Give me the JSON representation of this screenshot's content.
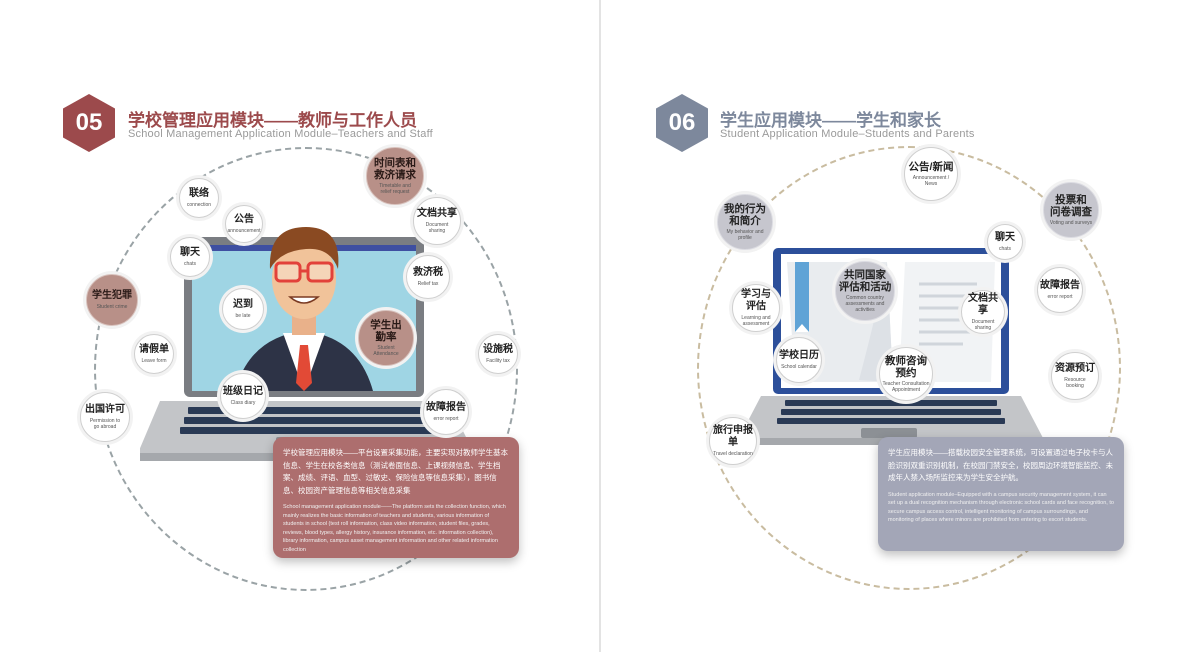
{
  "colors": {
    "left_accent": "#9c4a4c",
    "right_accent": "#7d889c"
  },
  "left": {
    "badge": "05",
    "title_cn": "学校管理应用模块——教师与工作人员",
    "title_en": "School Management Application Module–Teachers and Staff",
    "nodes": [
      {
        "cn": "时间表和\n救济请求",
        "en": "Timetable and\nrelief request"
      },
      {
        "cn": "联络",
        "en": "connection"
      },
      {
        "cn": "文档共享",
        "en": "Document\nsharing"
      },
      {
        "cn": "公告",
        "en": "announcement"
      },
      {
        "cn": "聊天",
        "en": "chats"
      },
      {
        "cn": "救济税",
        "en": "Relief tax"
      },
      {
        "cn": "学生犯罪",
        "en": "Student crime"
      },
      {
        "cn": "迟到",
        "en": "be late"
      },
      {
        "cn": "学生出\n勤率",
        "en": "Student\nAttendance"
      },
      {
        "cn": "设施税",
        "en": "Facility tax"
      },
      {
        "cn": "请假单",
        "en": "Leave form"
      },
      {
        "cn": "班级日记",
        "en": "Class diary"
      },
      {
        "cn": "故障报告",
        "en": "error report"
      },
      {
        "cn": "出国许可",
        "en": "Permission to\ngo abroad"
      }
    ],
    "info_cn": "学校管理应用模块——平台设置采集功能，主要实现对教师学生基本信息、学生在校各类信息（测试卷面信息、上课视频信息、学生档案、成绩、评语、血型、过敏史、保险信息等信息采集），图书信息、校园资产管理信息等相关信息采集",
    "info_en": "School management application module——The platform sets the collection function, which mainly realizes the basic information of teachers and students, various information of students in school (test roll information, class video information, student files, grades, reviews, blood types, allergy history, insurance information, etc. information collection), library information, campus asset management information and other related information collection"
  },
  "right": {
    "badge": "06",
    "title_cn": "学生应用模块——学生和家长",
    "title_en": "Student Application Module–Students and Parents",
    "nodes": [
      {
        "cn": "公告/新闻",
        "en": "Announcement /\nNews"
      },
      {
        "cn": "我的行为\n和简介",
        "en": "My behavior and\nprofile"
      },
      {
        "cn": "投票和\n问卷调查",
        "en": "Voting and surveys"
      },
      {
        "cn": "聊天",
        "en": "chats"
      },
      {
        "cn": "共同国家\n评估和活动",
        "en": "Common country\nassessments and\nactivities"
      },
      {
        "cn": "学习与\n评估",
        "en": "Learning and\nassessment"
      },
      {
        "cn": "故障报告",
        "en": "error report"
      },
      {
        "cn": "文档共享",
        "en": "Document\nsharing"
      },
      {
        "cn": "学校日历",
        "en": "School calendar"
      },
      {
        "cn": "教师咨询\n预约",
        "en": "Teacher Consultation\nAppointment"
      },
      {
        "cn": "资源预订",
        "en": "Resource\nbooking"
      },
      {
        "cn": "旅行申报单",
        "en": "Travel declaration"
      }
    ],
    "info_cn": "学生应用模块——搭载校园安全管理系统，可设置通过电子校卡与人脸识别双重识别机制，在校园门禁安全，校园周边环境智能监控、未成年人禁入场所监控来为学生安全护航。",
    "info_en": "Student application module–Equipped with a campus security management system, it can set up a dual recognition mechanism through electronic school cards and face recognition, to secure campus access control, intelligent monitoring of campus surroundings, and monitoring of places where minors are prohibited from entering to escort students."
  }
}
